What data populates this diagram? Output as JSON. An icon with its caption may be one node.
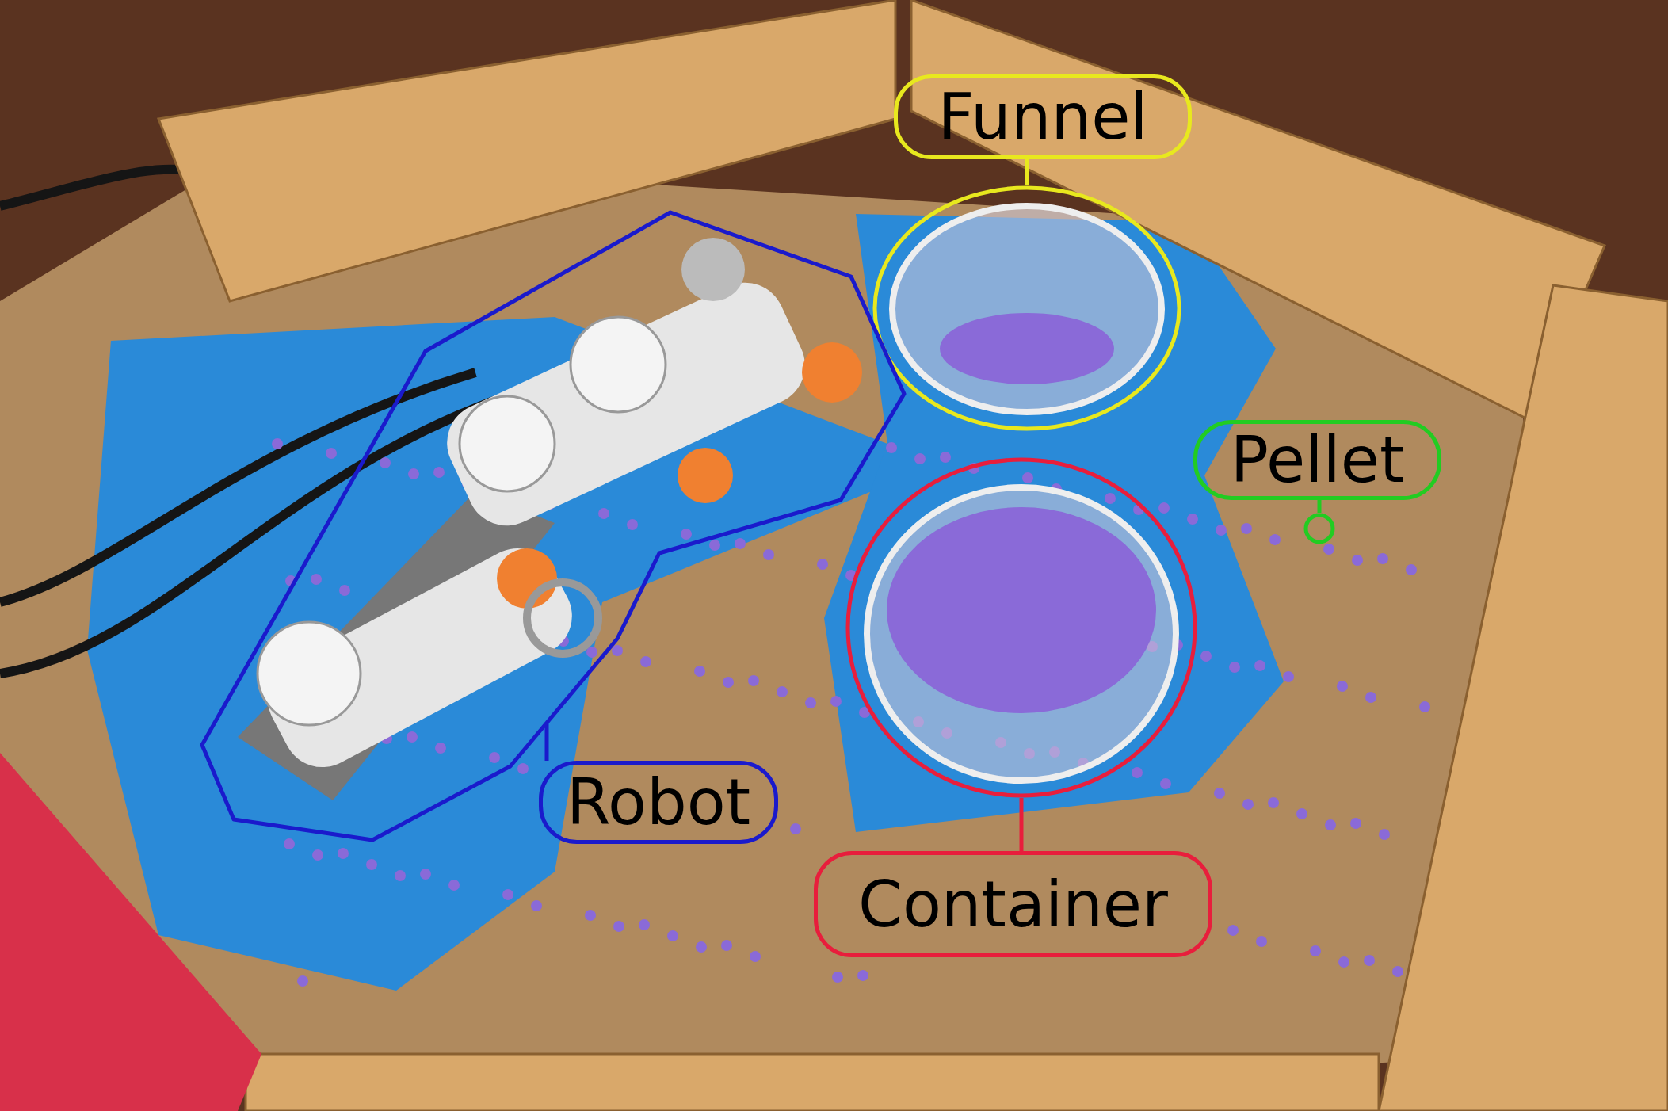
{
  "diagram": {
    "nodes": [
      {
        "text": [
          "Funnel"
        ]
      },
      {
        "text": [],
        "shape": "circle"
      },
      {
        "text": [],
        "shape": "picture"
      },
      {
        "text": [
          "Pellet"
        ]
      },
      {
        "text": [],
        "shape": "circle"
      },
      {
        "text": [],
        "shape": "circle"
      },
      {
        "text": [
          "Robot"
        ]
      },
      {
        "text": [
          "Container"
        ]
      }
    ],
    "edges": [
      {
        "from": 0,
        "to": 1,
        "arrow": "none",
        "color": "#e8e81e"
      },
      {
        "from": 6,
        "to": 2,
        "arrow": "none",
        "color": "#1a1acc"
      },
      {
        "from": 3,
        "to": 4,
        "arrow": "none",
        "color": "#22cc22"
      },
      {
        "from": 5,
        "to": 7,
        "arrow": "none",
        "color": "#e81e3c"
      }
    ]
  }
}
